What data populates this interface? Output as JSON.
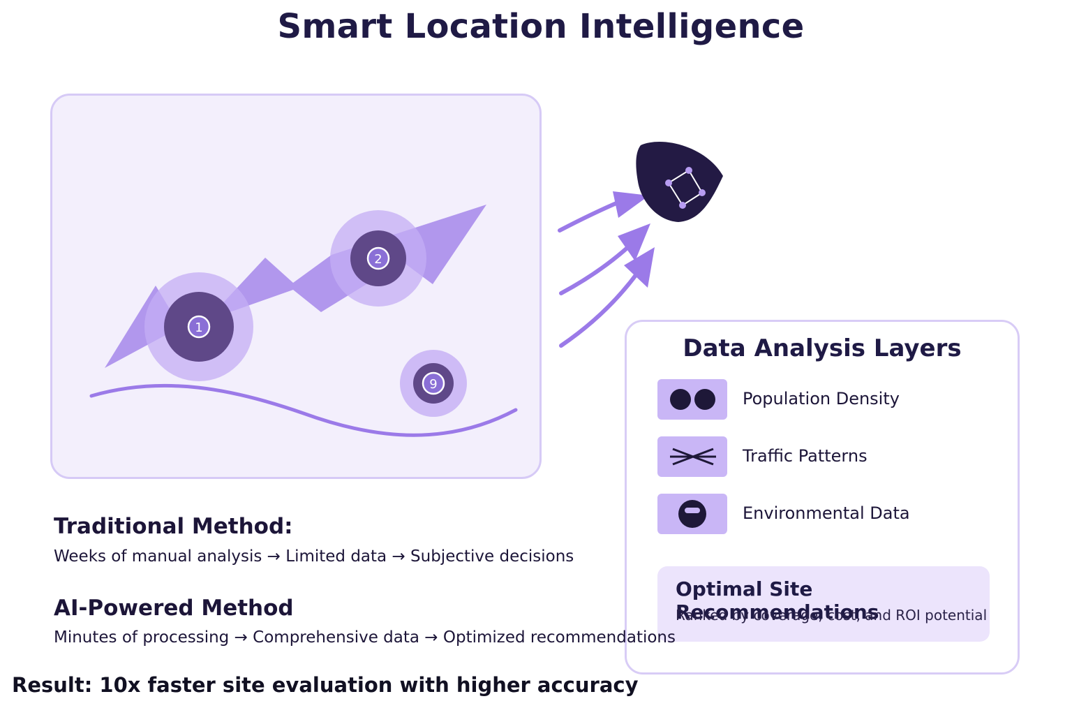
{
  "title": "Smart Location Intelligence",
  "map": {
    "markers": [
      {
        "label": "1"
      },
      {
        "label": "2"
      },
      {
        "label": "9"
      }
    ]
  },
  "layers": {
    "title": "Data Analysis Layers",
    "items": [
      {
        "label": "Population Density",
        "icon": "two-dots-icon"
      },
      {
        "label": "Traffic Patterns",
        "icon": "crossing-lines-icon"
      },
      {
        "label": "Environmental Data",
        "icon": "sphere-icon"
      }
    ],
    "recommendation": {
      "title": "Optimal Site Recommendations",
      "subtitle": "Ranked by coverage, cost, and ROI potential"
    }
  },
  "traditional": {
    "heading": "Traditional Method:",
    "description": "Weeks of manual analysis → Limited data → Subjective decisions"
  },
  "ai": {
    "heading": "AI-Powered Method",
    "description": "Minutes of processing → Comprehensive data → Optimized recommendations"
  },
  "result": "Result: 10x faster site evaluation with higher accuracy",
  "colors": {
    "accent": "#9b7ae8",
    "dark": "#1f1740",
    "panel_bg": "#f3effc"
  }
}
